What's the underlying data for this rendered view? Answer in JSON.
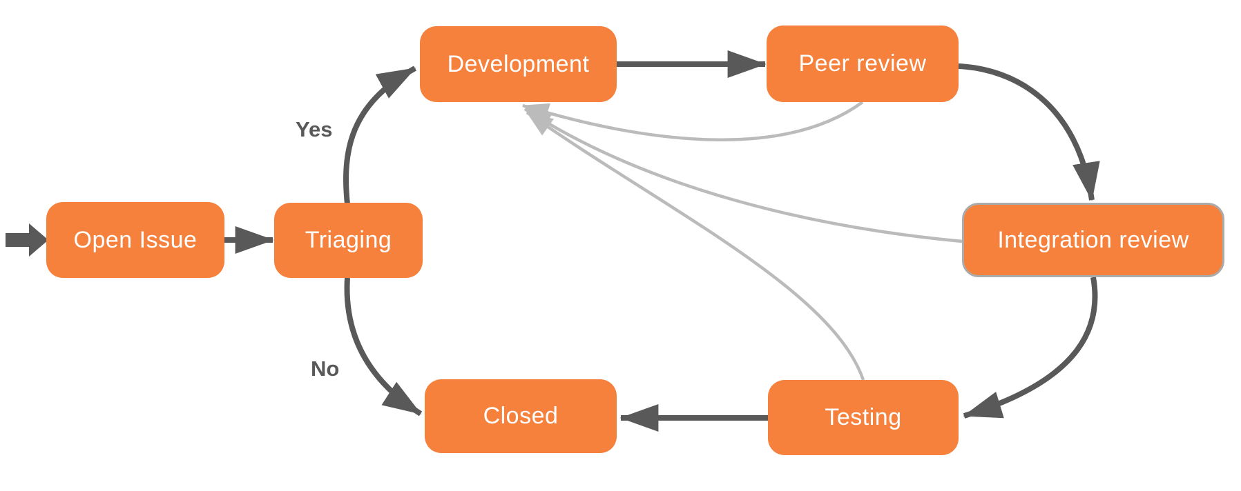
{
  "diagram": {
    "nodes": [
      {
        "id": "open-issue",
        "label": "Open Issue"
      },
      {
        "id": "triaging",
        "label": "Triaging"
      },
      {
        "id": "development",
        "label": "Development"
      },
      {
        "id": "peer-review",
        "label": "Peer review"
      },
      {
        "id": "integration-review",
        "label": "Integration review"
      },
      {
        "id": "testing",
        "label": "Testing"
      },
      {
        "id": "closed",
        "label": "Closed"
      }
    ],
    "edge_labels": {
      "yes": "Yes",
      "no": "No"
    },
    "edges": [
      {
        "from": "start",
        "to": "open-issue",
        "style": "dark"
      },
      {
        "from": "open-issue",
        "to": "triaging",
        "style": "dark"
      },
      {
        "from": "triaging",
        "to": "development",
        "label": "Yes",
        "style": "dark"
      },
      {
        "from": "triaging",
        "to": "closed",
        "label": "No",
        "style": "dark"
      },
      {
        "from": "development",
        "to": "peer-review",
        "style": "dark"
      },
      {
        "from": "peer-review",
        "to": "integration-review",
        "style": "dark"
      },
      {
        "from": "integration-review",
        "to": "testing",
        "style": "dark"
      },
      {
        "from": "testing",
        "to": "closed",
        "style": "dark"
      },
      {
        "from": "peer-review",
        "to": "development",
        "style": "light"
      },
      {
        "from": "integration-review",
        "to": "development",
        "style": "light"
      },
      {
        "from": "testing",
        "to": "development",
        "style": "light"
      }
    ],
    "colors": {
      "node_fill": "#F5813D",
      "node_text": "#FFFFFF",
      "edge_dark": "#595959",
      "edge_light": "#BBBBBB",
      "integration_border": "#ABABAB",
      "label_text": "#595959",
      "bg": "#FFFFFF"
    }
  }
}
